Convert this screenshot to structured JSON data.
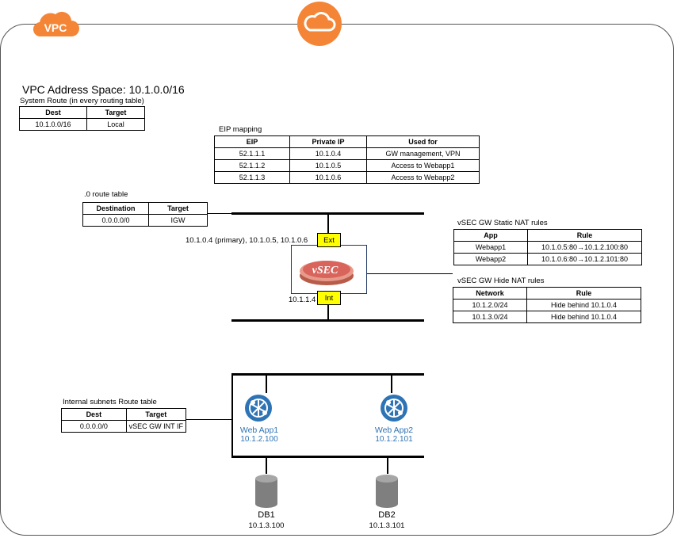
{
  "badges": {
    "vpc_label": "VPC"
  },
  "vpc": {
    "title": "VPC Address Space: 10.1.0.0/16"
  },
  "system_route": {
    "caption": "System Route (in every routing table)",
    "headers": [
      "Dest",
      "Target"
    ],
    "rows": [
      [
        "10.1.0.0/16",
        "Local"
      ]
    ]
  },
  "eip": {
    "caption": "EIP mapping",
    "headers": [
      "EIP",
      "Private IP",
      "Used for"
    ],
    "rows": [
      [
        "52.1.1.1",
        "10.1.0.4",
        "GW management, VPN"
      ],
      [
        "52.1.1.2",
        "10.1.0.5",
        "Access to Webapp1"
      ],
      [
        "52.1.1.3",
        "10.1.0.6",
        "Access to Webapp2"
      ]
    ]
  },
  "route0": {
    "caption": ".0 route table",
    "headers": [
      "Destination",
      "Target"
    ],
    "rows": [
      [
        "0.0.0.0/0",
        "IGW"
      ]
    ]
  },
  "gateway": {
    "ext_ips": "10.1.0.4 (primary), 10.1.0.5, 10.1.0.6",
    "ext_label": "Ext",
    "int_ip": "10.1.1.4",
    "int_label": "Int",
    "logo_text": "vSEC"
  },
  "static_nat": {
    "caption": "vSEC GW Static NAT rules",
    "headers": [
      "App",
      "Rule"
    ],
    "rows": [
      [
        "Webapp1",
        "10.1.0.5:80→10.1.2.100:80"
      ],
      [
        "Webapp2",
        "10.1.0.6:80→10.1.2.101:80"
      ]
    ]
  },
  "hide_nat": {
    "caption": "vSEC GW Hide NAT rules",
    "headers": [
      "Network",
      "Rule"
    ],
    "rows": [
      [
        "10.1.2.0/24",
        "Hide behind 10.1.0.4"
      ],
      [
        "10.1.3.0/24",
        "Hide behind 10.1.0.4"
      ]
    ]
  },
  "internal_route": {
    "caption": "Internal subnets Route table",
    "headers": [
      "Dest",
      "Target"
    ],
    "rows": [
      [
        "0.0.0.0/0",
        "vSEC GW INT IF"
      ]
    ]
  },
  "webapps": [
    {
      "name": "Web App1",
      "ip": "10.1.2.100"
    },
    {
      "name": "Web App2",
      "ip": "10.1.2.101"
    }
  ],
  "dbs": [
    {
      "name": "DB1",
      "ip": "10.1.3.100"
    },
    {
      "name": "DB2",
      "ip": "10.1.3.101"
    }
  ],
  "colors": {
    "aws_orange": "#f58536",
    "link_blue": "#2e74b5",
    "nic_yellow": "#ffff00",
    "db_gray": "#7f7f7f"
  }
}
